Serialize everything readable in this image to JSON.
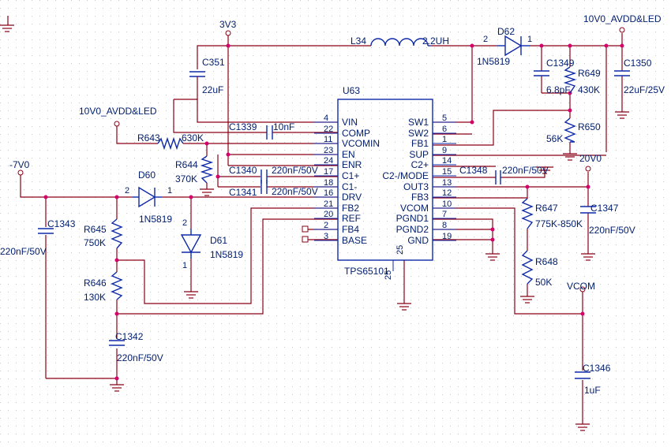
{
  "net_labels": {
    "v3v3": "3V3",
    "v10_top": "10V0_AVDD&LED",
    "v10_left": "10V0_AVDD&LED",
    "vneg7": "-7V0",
    "v20": "20V0",
    "vcom": "VCOM"
  },
  "ic": {
    "ref": "U63",
    "part": "TPS65101",
    "left_pins": [
      {
        "num": "4",
        "name": "VIN"
      },
      {
        "num": "22",
        "name": "COMP"
      },
      {
        "num": "11",
        "name": "VCOMIN"
      },
      {
        "num": "23",
        "name": "EN"
      },
      {
        "num": "24",
        "name": "ENR"
      },
      {
        "num": "17",
        "name": "C1+"
      },
      {
        "num": "18",
        "name": "C1-"
      },
      {
        "num": "16",
        "name": "DRV"
      },
      {
        "num": "21",
        "name": "FB2"
      },
      {
        "num": "20",
        "name": "REF"
      },
      {
        "num": "2",
        "name": "FB4"
      },
      {
        "num": "3",
        "name": "BASE"
      }
    ],
    "right_pins": [
      {
        "num": "5",
        "name": "SW1"
      },
      {
        "num": "6",
        "name": "SW2"
      },
      {
        "num": "1",
        "name": "FB1"
      },
      {
        "num": "9",
        "name": "SUP"
      },
      {
        "num": "14",
        "name": "C2+"
      },
      {
        "num": "15",
        "name": "C2-/MODE"
      },
      {
        "num": "13",
        "name": "OUT3"
      },
      {
        "num": "12",
        "name": "FB3"
      },
      {
        "num": "10",
        "name": "VCOM"
      },
      {
        "num": "7",
        "name": "PGND1"
      },
      {
        "num": "8",
        "name": "PGND2"
      },
      {
        "num": "19",
        "name": "GND"
      }
    ],
    "bottom_pin": "25"
  },
  "components": {
    "L34": {
      "ref": "L34",
      "value": "2.2UH"
    },
    "D62": {
      "ref": "D62",
      "value": "1N5819",
      "pin_a": "2",
      "pin_k": "1"
    },
    "D60": {
      "ref": "D60",
      "value": "1N5819",
      "pin_a": "2",
      "pin_k": "1"
    },
    "D61": {
      "ref": "D61",
      "value": "1N5819",
      "pin_a": "2",
      "pin_k": "1"
    },
    "C351": {
      "ref": "C351",
      "value": "22uF"
    },
    "C1339": {
      "ref": "C1339",
      "value": "10nF"
    },
    "C1340": {
      "ref": "C1340",
      "value": "220nF/50V"
    },
    "C1341": {
      "ref": "C1341",
      "value": "220nF/50V"
    },
    "C1343": {
      "ref": "C1343",
      "value": "220nF/50V"
    },
    "C1342": {
      "ref": "C1342",
      "value": "220nF/50V"
    },
    "C1348": {
      "ref": "C1348",
      "value": "220nF/50V"
    },
    "C1349": {
      "ref": "C1349",
      "value": "6.8pF"
    },
    "C1350": {
      "ref": "C1350",
      "value": "22uF/25V"
    },
    "C1347": {
      "ref": "C1347",
      "value": "220nF/50V"
    },
    "C1346": {
      "ref": "C1346",
      "value": "1uF"
    },
    "R643": {
      "ref": "R643",
      "value": "630K"
    },
    "R644": {
      "ref": "R644",
      "value": "370K"
    },
    "R645": {
      "ref": "R645",
      "value": "750K"
    },
    "R646": {
      "ref": "R646",
      "value": "130K"
    },
    "R647": {
      "ref": "R647",
      "value": "775K-850K"
    },
    "R648": {
      "ref": "R648",
      "value": "50K"
    },
    "R649": {
      "ref": "R649",
      "value": "430K"
    },
    "R650": {
      "ref": "R650",
      "value": "56K"
    }
  },
  "colors": {
    "wire": "#8b0016",
    "part": "#0f2aa8",
    "junction": "#d6006b",
    "text": "#001d6e"
  }
}
